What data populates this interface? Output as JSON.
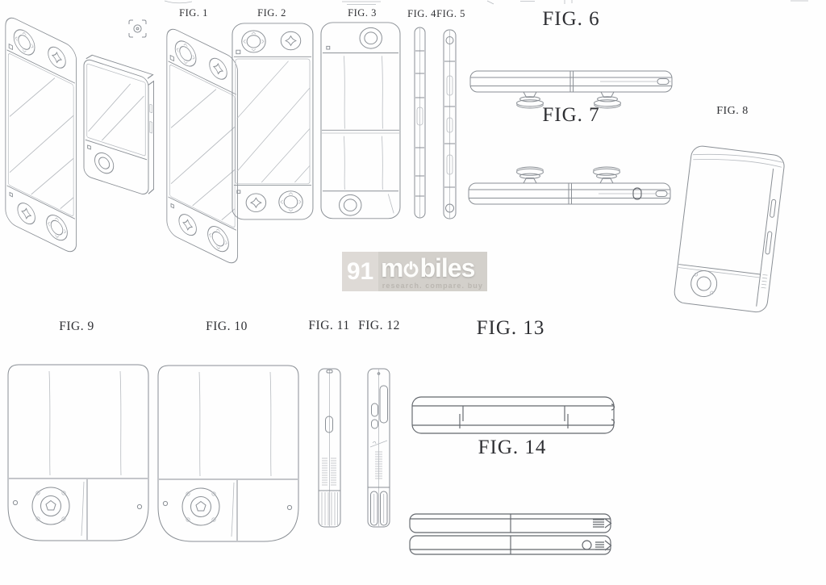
{
  "page": {
    "type": "patent-design-sheet",
    "background": "#fefefe",
    "line_color": "#8a8f95",
    "dark_line_color": "#63676d",
    "light_line_color": "#b7bbc0",
    "label_color": "#2e2f33"
  },
  "figures": [
    {
      "id": "fig1",
      "label": "FIG. 1"
    },
    {
      "id": "fig2",
      "label": "FIG. 2"
    },
    {
      "id": "fig3",
      "label": "FIG. 3"
    },
    {
      "id": "fig4",
      "label": "FIG. 4"
    },
    {
      "id": "fig5",
      "label": "FIG. 5"
    },
    {
      "id": "fig6",
      "label": "FIG. 6"
    },
    {
      "id": "fig7",
      "label": "FIG. 7"
    },
    {
      "id": "fig8",
      "label": "FIG. 8"
    },
    {
      "id": "fig9",
      "label": "FIG. 9"
    },
    {
      "id": "fig10",
      "label": "FIG. 10"
    },
    {
      "id": "fig11",
      "label": "FIG. 11"
    },
    {
      "id": "fig12",
      "label": "FIG. 12"
    },
    {
      "id": "fig13",
      "label": "FIG. 13"
    },
    {
      "id": "fig14",
      "label": "FIG. 14"
    }
  ],
  "watermark": {
    "brand_prefix": "91",
    "brand_word": "mobiles",
    "brand_word_before_icon": "m",
    "brand_word_after_icon": "biles",
    "tagline": "research. compare. buy",
    "colors": {
      "box": "#d0cdc8",
      "badge": "#dcd8d3",
      "text": "#ffffff",
      "tagline": "#b6b2ac"
    }
  },
  "icons": {
    "scan_focus": "scan-focus-icon",
    "power": "power-icon"
  }
}
